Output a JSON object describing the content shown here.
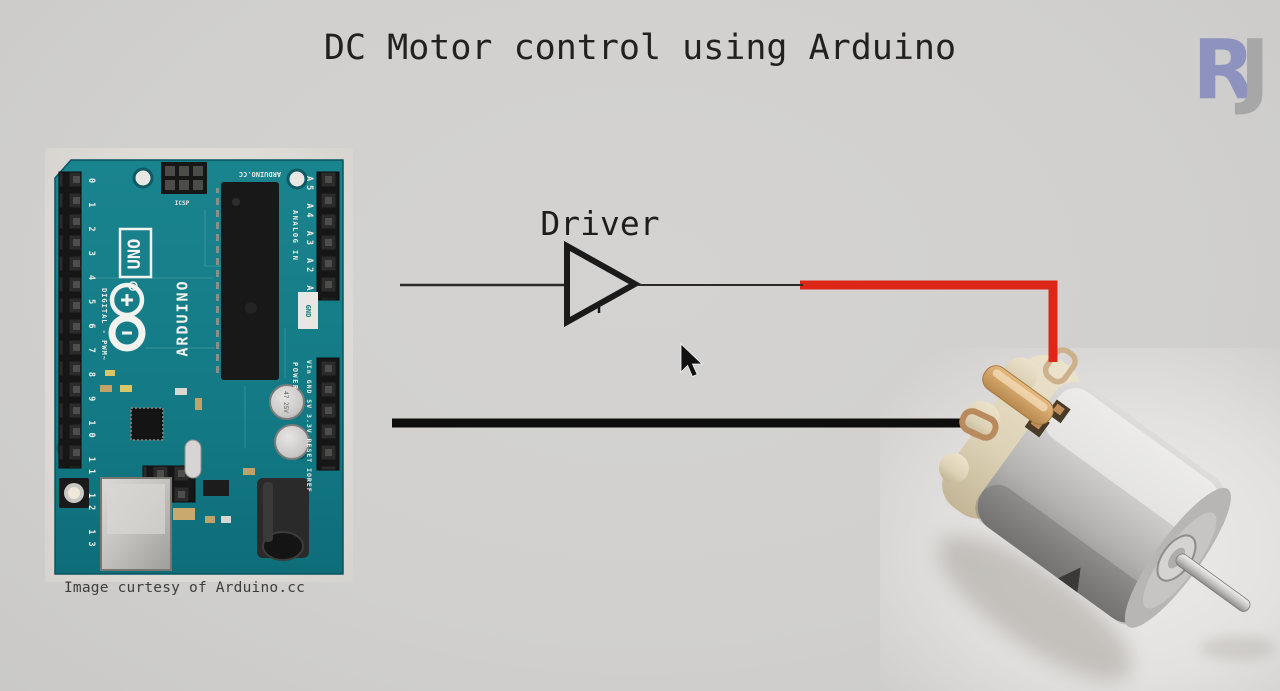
{
  "page": {
    "background": "#d1d0ce"
  },
  "title": {
    "text": "DC Motor control using Arduino"
  },
  "logo": {
    "letter_r": "R",
    "letter_j": "J",
    "color_r": "#8e92bf",
    "color_j": "#a7a7a7"
  },
  "diagram": {
    "driver_label": "Driver",
    "wire_colors": {
      "signal_line": "#2a2a2a",
      "positive_wire": "#dc2718",
      "negative_wire": "#0e0e0e"
    },
    "icons": {
      "cursor": "arrow-pointer-icon",
      "driver_symbol": "buffer-triangle-icon"
    }
  },
  "arduino": {
    "caption": "Image curtesy of Arduino.cc",
    "board_color": "#127a85",
    "board_texts": {
      "brand": "ARDUINO",
      "model": "UNO",
      "site": "ARDUINO.CC",
      "digital_label": "DIGITAL - PWM~",
      "digital_pins": "0 1 2 3 4 5 6 7 8 9 10 11 12 13",
      "analog_label": "ANALOG IN",
      "analog_pins": "A5 A4 A3 A2 A1 A0",
      "power_label": "POWER",
      "power_pins": "VIn GND 5V 3.3V RESET IOREF",
      "gnd": "GND",
      "icsp": "ICSP",
      "cap_marking": "47 25V"
    }
  },
  "motor": {
    "body_color": "#c4c3c1",
    "cap_color": "#e6dcc4",
    "terminal_color": "#b98a5e"
  }
}
